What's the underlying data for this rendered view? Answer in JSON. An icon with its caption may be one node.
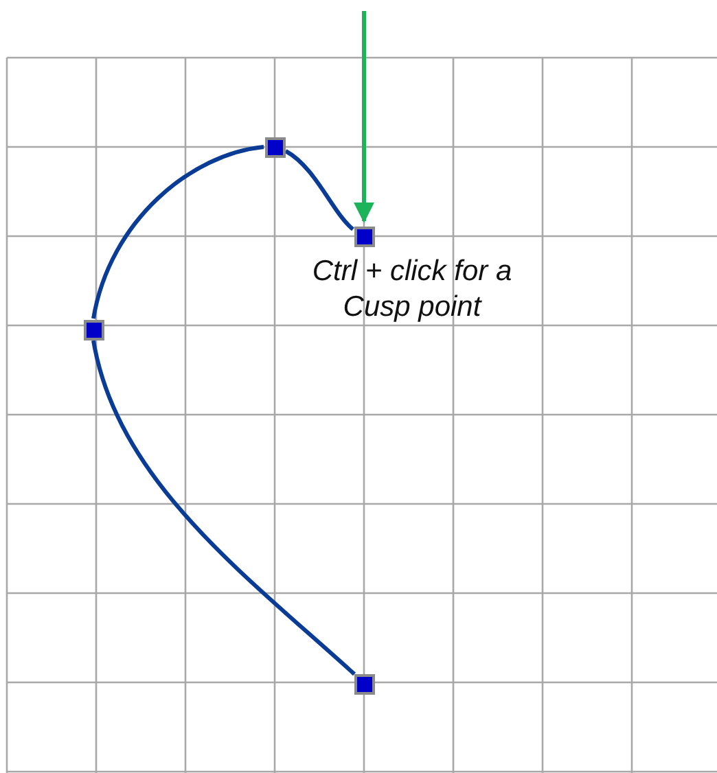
{
  "diagram": {
    "nodes": [
      {
        "text": [],
        "shape": "box"
      },
      {
        "text": [],
        "shape": "box"
      },
      {
        "text": [],
        "shape": "box"
      },
      {
        "text": [],
        "shape": "box"
      }
    ],
    "edges": [
      {
        "from": 3,
        "to": 2,
        "arrow": "none"
      },
      {
        "from": 2,
        "to": 0,
        "arrow": "none"
      },
      {
        "from": 0,
        "to": 1,
        "arrow": "none"
      },
      {
        "from": null,
        "to": 1,
        "arrow": "to",
        "color": "#1db35a"
      }
    ],
    "labels": [
      "Ctrl + click for a Cusp point"
    ]
  }
}
